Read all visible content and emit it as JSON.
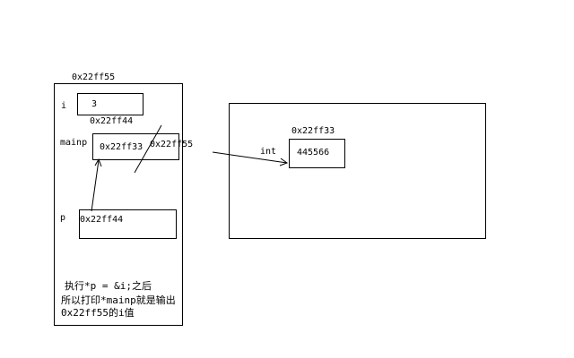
{
  "stack_frame": {
    "address": "0x22ff55",
    "var_i": {
      "label": "i",
      "value": "3",
      "address": "0x22ff44"
    },
    "var_mainp": {
      "label": "mainp",
      "value": "0x22ff33",
      "extra_value": "0x22ff55"
    },
    "var_p": {
      "label": "p",
      "value": "0x22ff44"
    },
    "note": {
      "line1": "执行*p = &i;之后",
      "line2": "所以打印*mainp就是输出",
      "line3": "0x22ff55的i值"
    }
  },
  "heap_frame": {
    "int_cell": {
      "address": "0x22ff33",
      "label": "int",
      "value": "445566"
    }
  },
  "colors": {
    "stroke": "#000000",
    "background": "#ffffff"
  }
}
